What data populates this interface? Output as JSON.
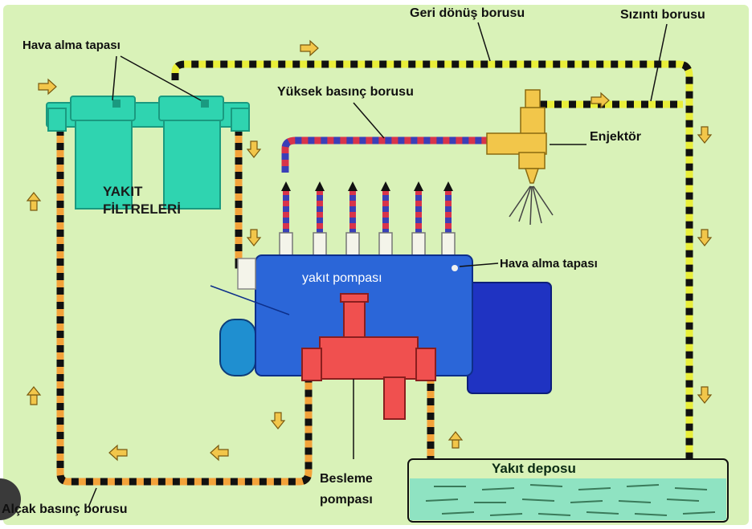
{
  "title_partial": "LIDUSLIM",
  "labels": {
    "geri_donus": "Geri dönüş borusu",
    "sizinti": "Sızıntı borusu",
    "hava_alma_top": "Hava alma tapası",
    "yuksek_basinc": "Yüksek basınç borusu",
    "enjektor": "Enjektör",
    "yakit_filtreleri_1": "YAKIT",
    "yakit_filtreleri_2": "FİLTRELERİ",
    "hava_alma_pump": "Hava alma tapası",
    "yakit_pompasi": "yakıt pompası",
    "besleme_1": "Besleme",
    "besleme_2": "pompası",
    "yakit_deposu": "Yakıt deposu",
    "alcak_basinc": "Alçak basınç borusu"
  },
  "colors": {
    "background": "#d9f2b8",
    "filter": "#2fd4b0",
    "pump_body": "#2b66d8",
    "pump_dark": "#1f33c2",
    "feed_pump": "#f0504f",
    "injector": "#f2c64a",
    "pipe_low": "#f3a33a",
    "pipe_return": "#e9ef3a",
    "pipe_high_red": "#d8344a",
    "pipe_high_blue": "#3a3fb8",
    "tank_fluid": "#8fe3c2",
    "arrow": "#f2c64a"
  }
}
